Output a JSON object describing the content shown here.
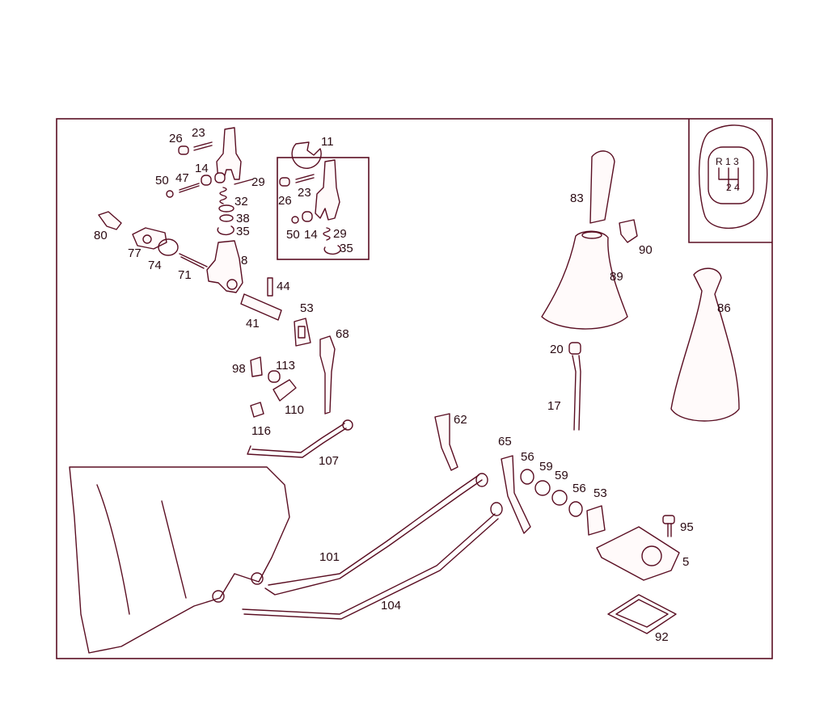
{
  "shift_pattern": {
    "top": "R 1 3",
    "bottom": "2 4"
  },
  "labels": [
    "26",
    "23",
    "11",
    "50",
    "47",
    "14",
    "29",
    "32",
    "26",
    "23",
    "38",
    "80",
    "35",
    "50",
    "14",
    "29",
    "77",
    "74",
    "35",
    "8",
    "71",
    "44",
    "53",
    "41",
    "68",
    "98",
    "113",
    "110",
    "116",
    "107",
    "62",
    "65",
    "56",
    "59",
    "59",
    "56",
    "53",
    "95",
    "5",
    "101",
    "104",
    "92",
    "83",
    "90",
    "89",
    "86",
    "20",
    "17"
  ]
}
